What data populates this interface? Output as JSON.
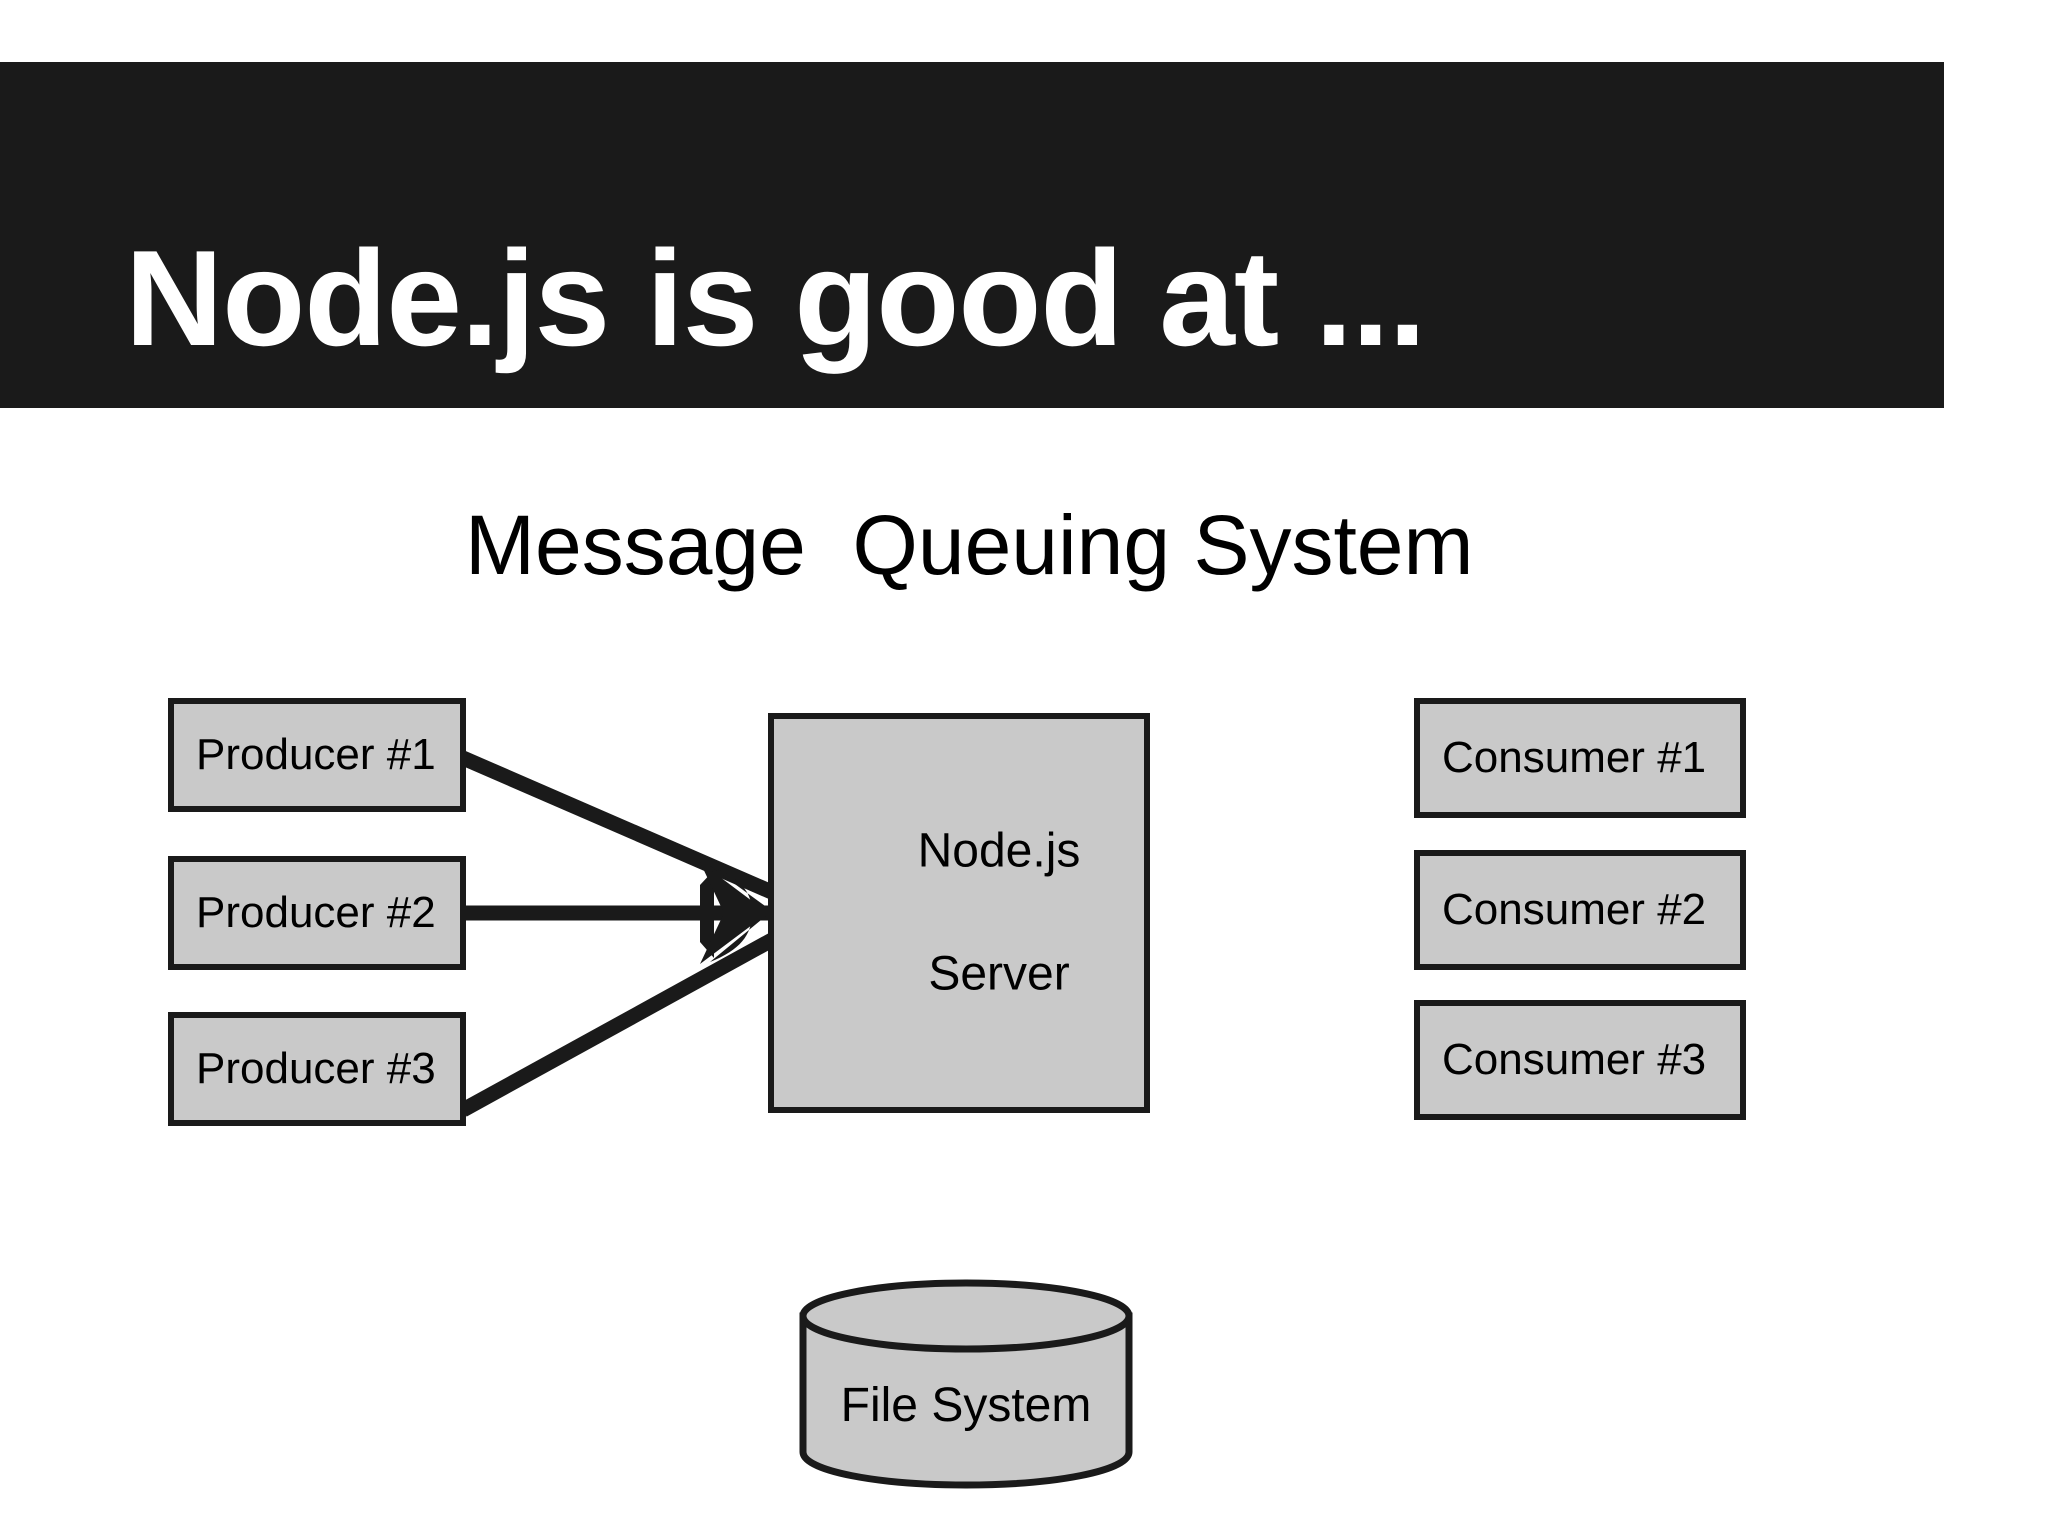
{
  "slide": {
    "title": "Node.js is good at ...",
    "subtitle": "Message  Queuing System",
    "background_color": "#ffffff",
    "title_bar_color": "#1a1a1a",
    "title_text_color": "#ffffff",
    "box_fill_color": "#c9c9c9",
    "box_border_color": "#1a1a1a",
    "text_color": "#000000"
  },
  "diagram": {
    "producers": [
      {
        "label": "Producer #1"
      },
      {
        "label": "Producer #2"
      },
      {
        "label": "Producer #3"
      }
    ],
    "server": {
      "line1": "Node.js",
      "line2": "Server"
    },
    "consumers": [
      {
        "label": "Consumer #1"
      },
      {
        "label": "Consumer #2"
      },
      {
        "label": "Consumer #3"
      }
    ],
    "storage": {
      "label": "File System",
      "shape": "cylinder"
    },
    "connectors": [
      {
        "from": "producer-1",
        "to": "server",
        "style": "arrow"
      },
      {
        "from": "producer-2",
        "to": "server",
        "style": "arrow"
      },
      {
        "from": "producer-3",
        "to": "server",
        "style": "arrow"
      }
    ]
  }
}
